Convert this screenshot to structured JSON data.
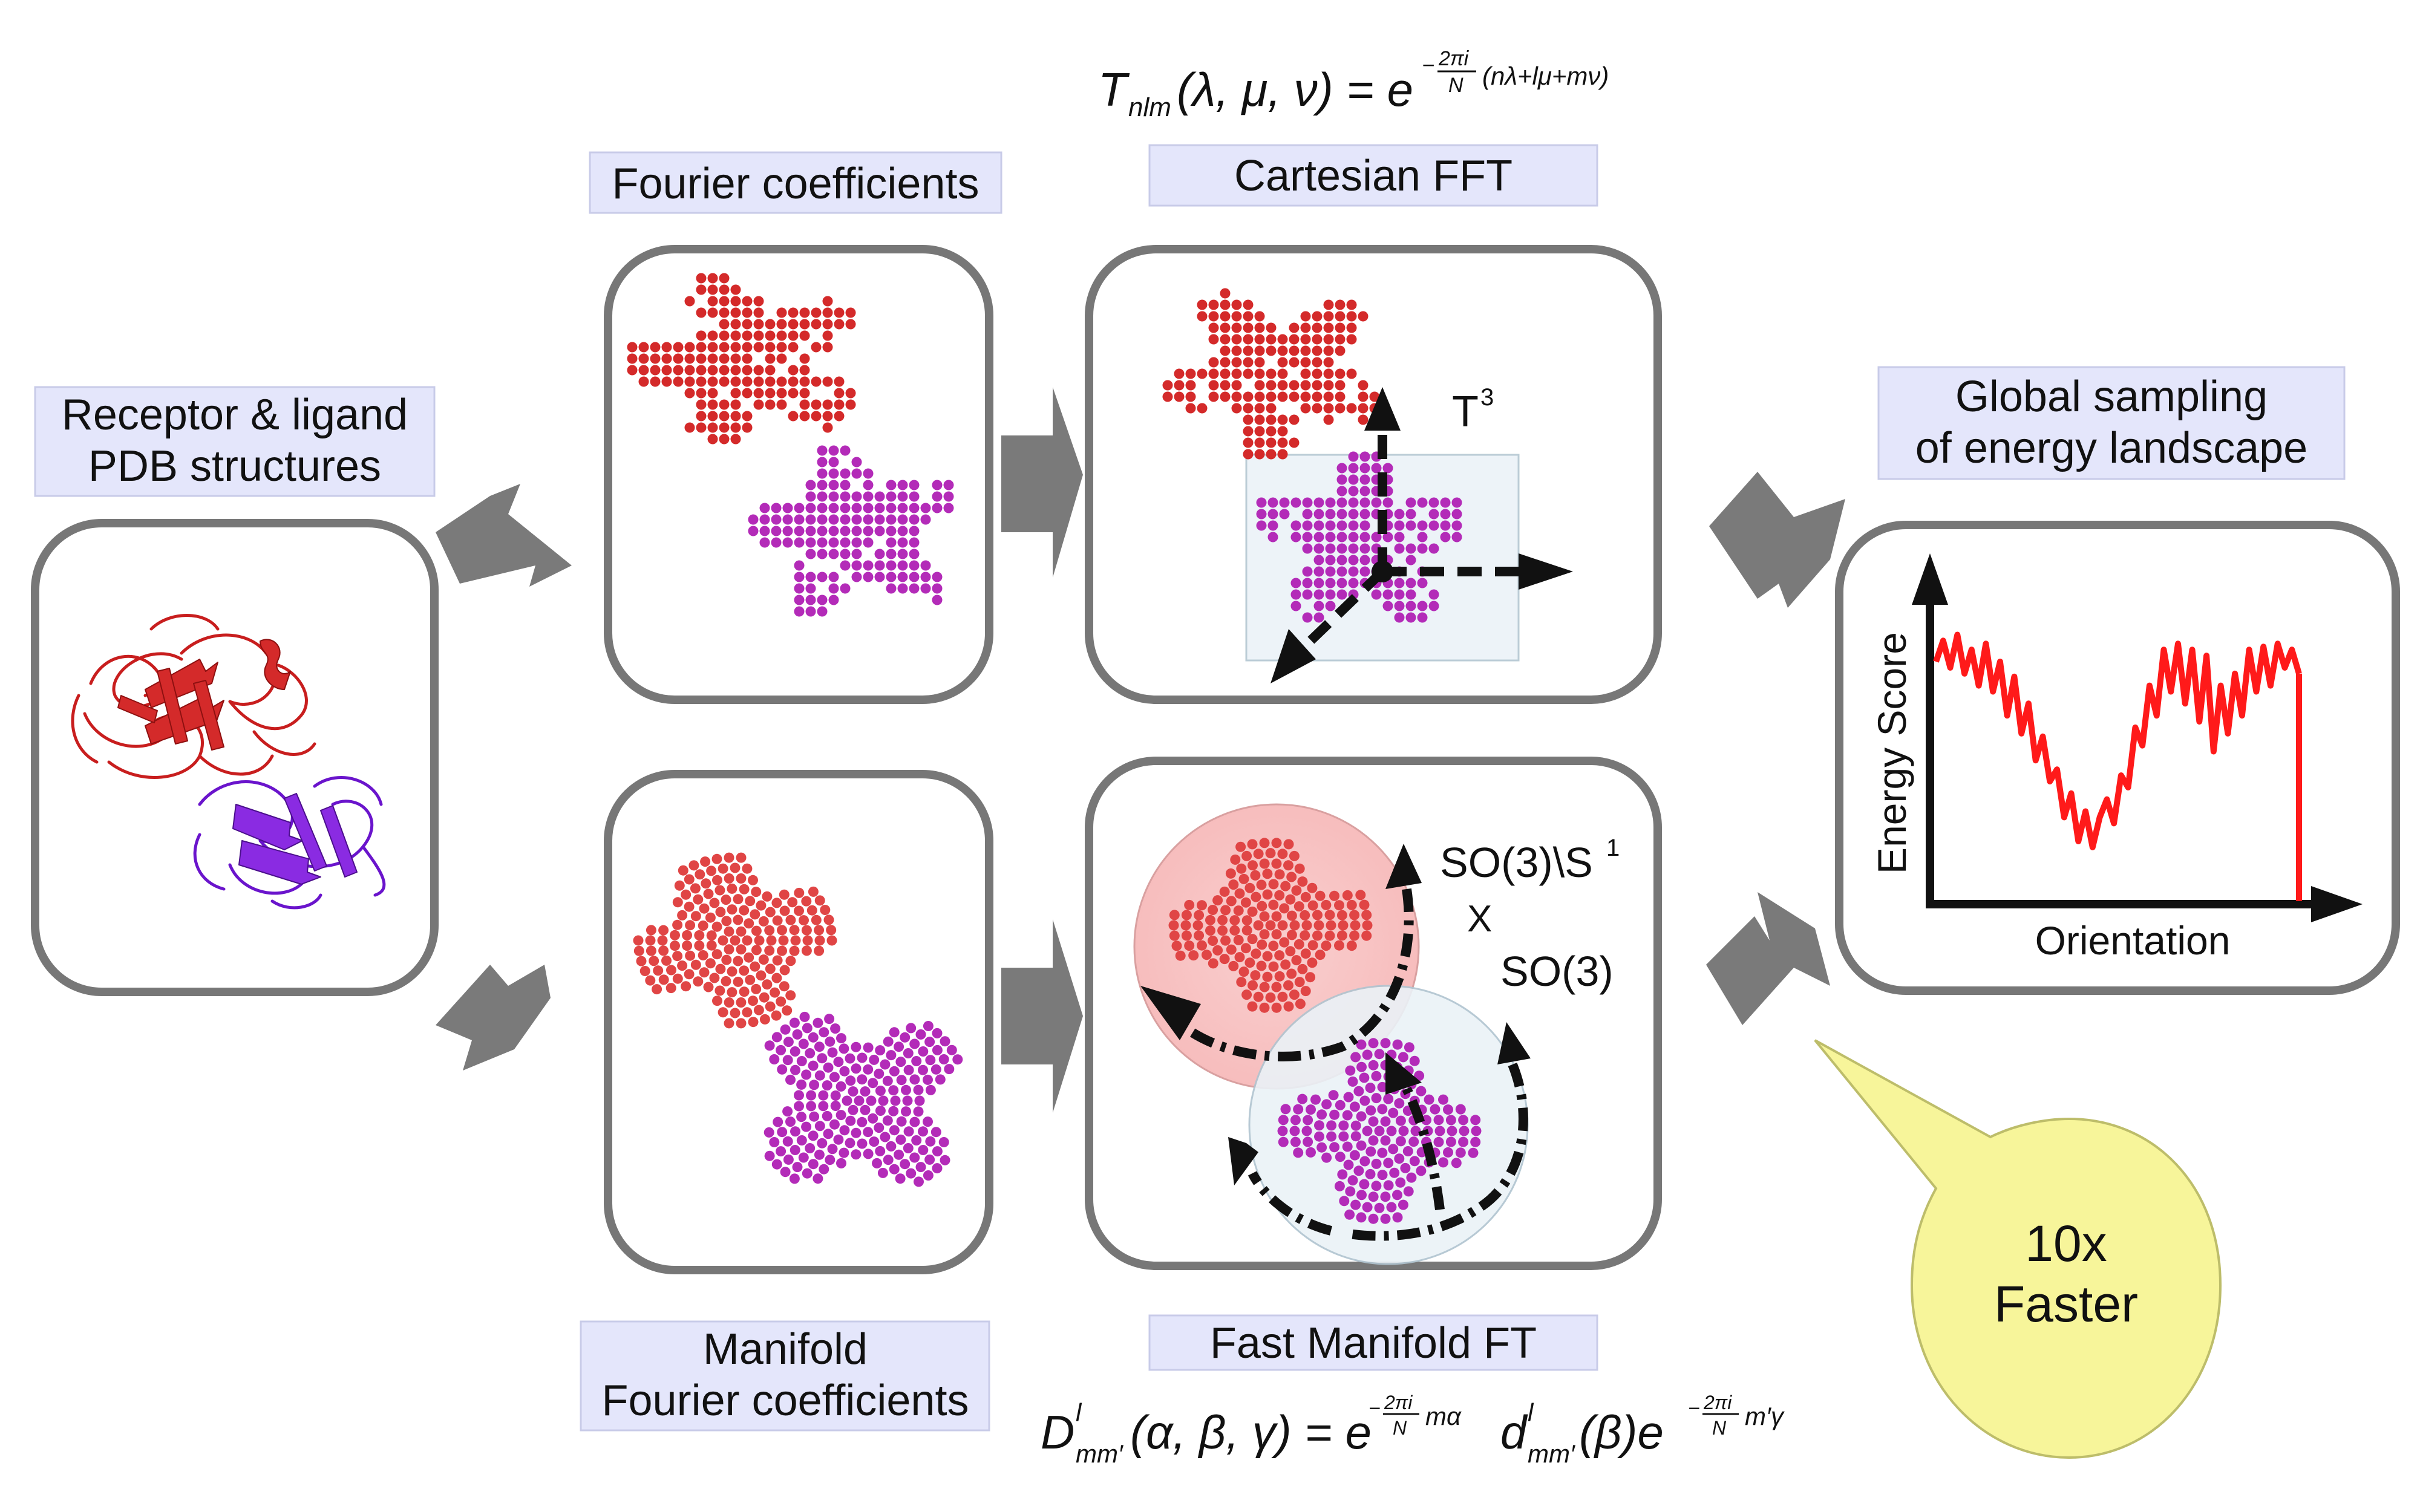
{
  "labels": {
    "receptor_line1": "Receptor & ligand",
    "receptor_line2": "PDB structures",
    "fourier": "Fourier coefficients",
    "cartesian": "Cartesian FFT",
    "global_line1": "Global sampling",
    "global_line2": "of energy landscape",
    "manifold_line1": "Manifold",
    "manifold_line2": "Fourier coefficients",
    "fast_manifold": "Fast Manifold FT",
    "t3": "T",
    "t3_sup": "3",
    "so3s1": "SO(3)\\S",
    "so3s1_sup": "1",
    "times": "X",
    "so3": "SO(3)",
    "energy_axis": "Energy Score",
    "orientation_axis": "Orientation",
    "faster_line1": "10x",
    "faster_line2": "Faster"
  },
  "equations": {
    "top_lhs": "T",
    "top_lhs_sub": "nlm",
    "top_args": "(λ, μ, ν) = e",
    "top_exp_num": "2πi",
    "top_exp_den": "N",
    "top_exp_tail": "(nλ+lμ+mν)",
    "bottom_lhs": "D",
    "bottom_sup": "l",
    "bottom_sub": "mm′",
    "bottom_args": "(α, β, γ) = e",
    "bottom_exp1_tail": "mα",
    "bottom_mid": "d",
    "bottom_mid_sub": "mm′",
    "bottom_mid_args": "(β)e",
    "bottom_exp2_tail": "m′γ"
  },
  "colors": {
    "label_bg": "#e4e6fb",
    "box_stroke": "#777777",
    "arrow_fill": "#7a7a7a",
    "receptor_red": "#d42a2a",
    "ligand_purple": "#b32bb8",
    "plot_red": "#ff1a1a",
    "bubble_yellow": "#f7f59a"
  },
  "chart_data": {
    "type": "line",
    "title": "",
    "xlabel": "Orientation",
    "ylabel": "Energy Score",
    "y": [
      0.8,
      0.87,
      0.78,
      0.89,
      0.76,
      0.84,
      0.72,
      0.86,
      0.7,
      0.8,
      0.62,
      0.75,
      0.56,
      0.66,
      0.47,
      0.55,
      0.4,
      0.44,
      0.28,
      0.36,
      0.2,
      0.3,
      0.18,
      0.28,
      0.34,
      0.26,
      0.42,
      0.38,
      0.58,
      0.52,
      0.72,
      0.62,
      0.84,
      0.7,
      0.86,
      0.66,
      0.84,
      0.6,
      0.82,
      0.5,
      0.72,
      0.56,
      0.76,
      0.62,
      0.84,
      0.7,
      0.85,
      0.72,
      0.86,
      0.78,
      0.84,
      0.76
    ]
  }
}
